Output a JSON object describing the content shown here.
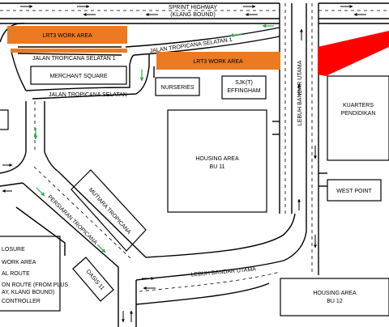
{
  "roads": {
    "sprint_highway": "SPRINT HIGHWAY",
    "klang_bound": "(KLANG BOUND)",
    "tropicana_selatan_1_top": "JALAN TROPICANA SELATAN 1",
    "tropicana_selatan_1_left": "JALAN TROPICANA SELATAN 1",
    "tropicana_selatan": "JALAN TROPICANA SELATAN",
    "lebuh_bandar_utama_vertical": "LEBUH BANDAR UTAMA",
    "lebuh_bandar_utama_bottom": "LEBUH BANDAR UTAMA",
    "persiaran_tropicana": "PERSIARAN TROPICANA"
  },
  "areas": {
    "lrt3_work_area_left": "LRT3 WORK AREA",
    "lrt3_work_area_center": "LRT3 WORK AREA",
    "merchant_square": "MERCHANT SQUARE",
    "nurseries": "NURSERIES",
    "sjk_line1": "SJK(T)",
    "sjk_line2": "EFFINGHAM",
    "housing_bu11_line1": "HOUSING AREA",
    "housing_bu11_line2": "BU 11",
    "kuarters_line1": "KUARTERS",
    "kuarters_line2": "PENDIDIKAN",
    "west_point": "WEST POINT",
    "mutiara_tropicana": "MUTIARA TROPICANA",
    "oasis_11": "OASIS 11",
    "housing_bu12_line1": "HOUSING AREA",
    "housing_bu12_line2": "BU 12"
  },
  "legend": {
    "line1": "LOSURE",
    "line2": "WORK AREA",
    "line3": "AL  ROUTE",
    "line4": "ON ROUTE (FROM PLUS",
    "line5": "AY, KLANG BOUND)",
    "line6": "CONTROLLER"
  },
  "colors": {
    "work_area": "#ec7a22",
    "closure": "#ff0000",
    "diversion_arrow": "#2eaa4a",
    "road_line": "#000000",
    "background": "#ffffff"
  }
}
